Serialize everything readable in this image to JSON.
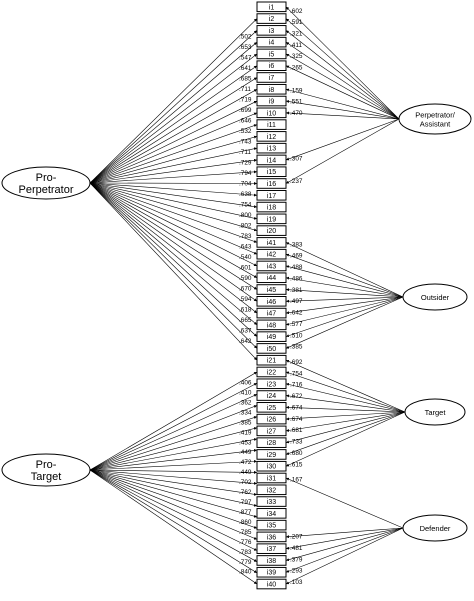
{
  "items": [
    "i1",
    "i2",
    "i3",
    "i4",
    "i5",
    "i6",
    "i7",
    "i8",
    "i9",
    "i10",
    "i11",
    "i12",
    "i13",
    "i14",
    "i15",
    "i16",
    "i17",
    "i18",
    "i19",
    "i20",
    "i41",
    "i42",
    "i43",
    "i44",
    "i45",
    "i46",
    "i47",
    "i48",
    "i49",
    "i50",
    "i21",
    "i22",
    "i23",
    "i24",
    "i25",
    "i26",
    "i27",
    "i28",
    "i29",
    "i30",
    "i31",
    "i32",
    "i33",
    "i34",
    "i35",
    "i36",
    "i37",
    "i38",
    "i39",
    "i40"
  ],
  "factors": [
    {
      "id": "pro-perpetrator",
      "lines": [
        "Pro-",
        "Perpetrator"
      ],
      "side": "left"
    },
    {
      "id": "pro-target",
      "lines": [
        "Pro-",
        "Target"
      ],
      "side": "left"
    },
    {
      "id": "perpetrator-assistant",
      "lines": [
        "Perpetrator/",
        "Assistant"
      ],
      "side": "right"
    },
    {
      "id": "outsider",
      "lines": [
        "Outsider"
      ],
      "side": "right"
    },
    {
      "id": "target",
      "lines": [
        "Target"
      ],
      "side": "right"
    },
    {
      "id": "defender",
      "lines": [
        "Defender"
      ],
      "side": "right"
    }
  ],
  "loadings": [
    {
      "factor": "pro-perpetrator",
      "values": [
        {
          "item": "i2",
          "value": ".502"
        },
        {
          "item": "i3",
          "value": ".653"
        },
        {
          "item": "i4",
          "value": ".547"
        },
        {
          "item": "i5",
          "value": ".641"
        },
        {
          "item": "i6",
          "value": ".685"
        },
        {
          "item": "i7",
          "value": ".711"
        },
        {
          "item": "i8",
          "value": ".719"
        },
        {
          "item": "i9",
          "value": ".699"
        },
        {
          "item": "i10",
          "value": ".646"
        },
        {
          "item": "i11",
          "value": ".532"
        },
        {
          "item": "i12",
          "value": ".743"
        },
        {
          "item": "i13",
          "value": ".711"
        },
        {
          "item": "i14",
          "value": ".729"
        },
        {
          "item": "i15",
          "value": ".794"
        },
        {
          "item": "i16",
          "value": ".704"
        },
        {
          "item": "i17",
          "value": ".638"
        },
        {
          "item": "i18",
          "value": ".754"
        },
        {
          "item": "i19",
          "value": ".800"
        },
        {
          "item": "i20",
          "value": ".802"
        },
        {
          "item": "i41",
          "value": ".783"
        },
        {
          "item": "i42",
          "value": ".643"
        },
        {
          "item": "i43",
          "value": ".540"
        },
        {
          "item": "i44",
          "value": ".601"
        },
        {
          "item": "i45",
          "value": ".590"
        },
        {
          "item": "i46",
          "value": ".670"
        },
        {
          "item": "i47",
          "value": ".594"
        },
        {
          "item": "i48",
          "value": ".618"
        },
        {
          "item": "i49",
          "value": ".665"
        },
        {
          "item": "i50",
          "value": ".637"
        },
        {
          "item": "i21",
          "value": ".642"
        }
      ]
    },
    {
      "factor": "pro-target",
      "values": [
        {
          "item": "i22",
          "value": ".406"
        },
        {
          "item": "i23",
          "value": ".410"
        },
        {
          "item": "i24",
          "value": ".362"
        },
        {
          "item": "i25",
          "value": ".334"
        },
        {
          "item": "i26",
          "value": ".385"
        },
        {
          "item": "i27",
          "value": ".419"
        },
        {
          "item": "i28",
          "value": ".453"
        },
        {
          "item": "i29",
          "value": ".449"
        },
        {
          "item": "i30",
          "value": ".472"
        },
        {
          "item": "i31",
          "value": ".449"
        },
        {
          "item": "i32",
          "value": ".702"
        },
        {
          "item": "i33",
          "value": ".762"
        },
        {
          "item": "i34",
          "value": ".797"
        },
        {
          "item": "i35",
          "value": ".877"
        },
        {
          "item": "i36",
          "value": ".860"
        },
        {
          "item": "i37",
          "value": ".785"
        },
        {
          "item": "i38",
          "value": ".776"
        },
        {
          "item": "i39",
          "value": ".783"
        },
        {
          "item": "i40",
          "value": ".779"
        },
        {
          "item": "i40",
          "value": ".840"
        }
      ]
    },
    {
      "factor": "perpetrator-assistant",
      "values": [
        {
          "item": "i1",
          "value": ".602"
        },
        {
          "item": "i2",
          "value": ".591"
        },
        {
          "item": "i3",
          "value": ".321"
        },
        {
          "item": "i4",
          "value": ".411"
        },
        {
          "item": "i5",
          "value": ".325"
        },
        {
          "item": "i6",
          "value": ".265"
        },
        {
          "item": "i8",
          "value": ".159"
        },
        {
          "item": "i9",
          "value": ".551"
        },
        {
          "item": "i10",
          "value": ".470"
        },
        {
          "item": "i14",
          "value": ".307"
        },
        {
          "item": "i16",
          "value": ".237"
        }
      ]
    },
    {
      "factor": "outsider",
      "values": [
        {
          "item": "i41",
          "value": ".383"
        },
        {
          "item": "i42",
          "value": ".469"
        },
        {
          "item": "i43",
          "value": ".488"
        },
        {
          "item": "i44",
          "value": ".486"
        },
        {
          "item": "i45",
          "value": ".381"
        },
        {
          "item": "i46",
          "value": ".497"
        },
        {
          "item": "i47",
          "value": ".642"
        },
        {
          "item": "i48",
          "value": ".577"
        },
        {
          "item": "i49",
          "value": ".510"
        },
        {
          "item": "i50",
          "value": ".385"
        }
      ]
    },
    {
      "factor": "target",
      "values": [
        {
          "item": "i21",
          "value": ".692"
        },
        {
          "item": "i22",
          "value": ".754"
        },
        {
          "item": "i23",
          "value": ".716"
        },
        {
          "item": "i24",
          "value": ".672"
        },
        {
          "item": "i25",
          "value": ".674"
        },
        {
          "item": "i26",
          "value": ".674"
        },
        {
          "item": "i27",
          "value": ".681"
        },
        {
          "item": "i28",
          "value": ".733"
        },
        {
          "item": "i29",
          "value": ".680"
        },
        {
          "item": "i30",
          "value": ".615"
        }
      ]
    },
    {
      "factor": "defender",
      "values": [
        {
          "item": "i31",
          "value": ".167"
        },
        {
          "item": "i36",
          "value": ".207"
        },
        {
          "item": "i37",
          "value": ".481"
        },
        {
          "item": "i38",
          "value": ".379"
        },
        {
          "item": "i39",
          "value": ".293"
        },
        {
          "item": "i40",
          "value": ".103"
        }
      ]
    }
  ]
}
